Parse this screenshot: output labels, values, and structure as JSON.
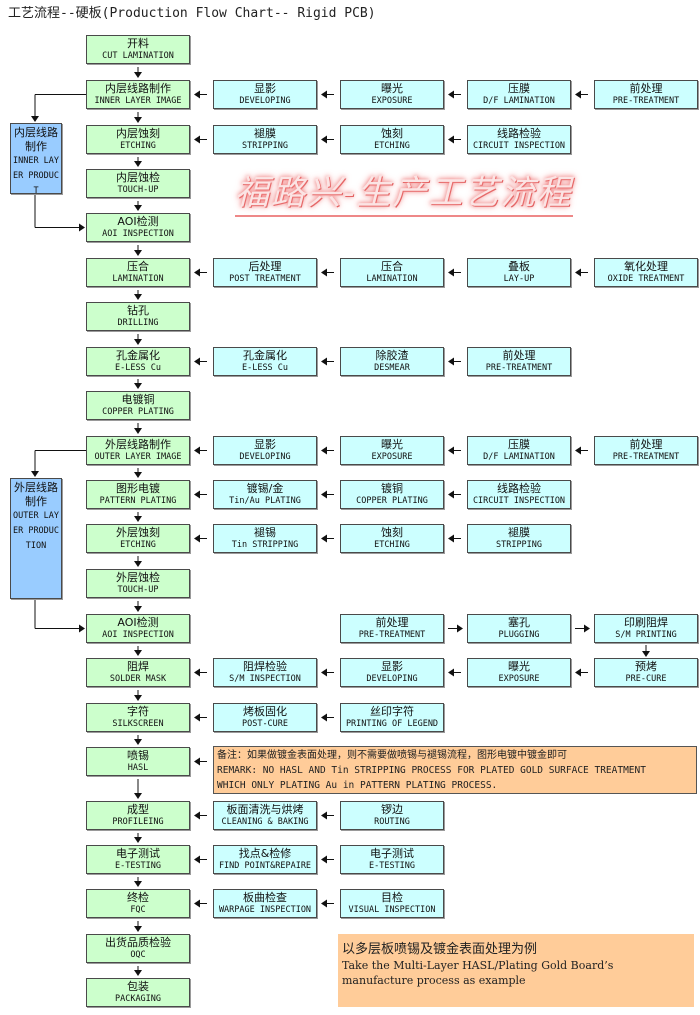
{
  "title": "工艺流程--硬板(Production Flow Chart-- Rigid PCB)",
  "watermark": "福路兴-生产工艺流程",
  "colors": {
    "main_step": "#ccffcc",
    "sub_step": "#ccffff",
    "branch_step": "#99ccff",
    "note": "#ffcc99",
    "watermark_glow": "#ef7070"
  },
  "main_flow": [
    {
      "cn": "开料",
      "en": "CUT LAMINATION"
    },
    {
      "cn": "内层线路制作",
      "en": "INNER LAYER IMAGE"
    },
    {
      "cn": "内层蚀刻",
      "en": "ETCHING"
    },
    {
      "cn": "内层蚀检",
      "en": "TOUCH-UP"
    },
    {
      "cn": "AOI检测",
      "en": "AOI INSPECTION"
    },
    {
      "cn": "压合",
      "en": "LAMINATION"
    },
    {
      "cn": "钻孔",
      "en": "DRILLING"
    },
    {
      "cn": "孔金属化",
      "en": "E-LESS Cu"
    },
    {
      "cn": "电镀铜",
      "en": "COPPER PLATING"
    },
    {
      "cn": "外层线路制作",
      "en": "OUTER LAYER IMAGE"
    },
    {
      "cn": "图形电镀",
      "en": "PATTERN PLATING"
    },
    {
      "cn": "外层蚀刻",
      "en": "ETCHING"
    },
    {
      "cn": "外层蚀检",
      "en": "TOUCH-UP"
    },
    {
      "cn": "AOI检测",
      "en": "AOI INSPECTION"
    },
    {
      "cn": "阻焊",
      "en": "SOLDER MASK"
    },
    {
      "cn": "字符",
      "en": "SILKSCREEN"
    },
    {
      "cn": "喷锡",
      "en": "HASL"
    },
    {
      "cn": "成型",
      "en": "PROFILEING"
    },
    {
      "cn": "电子测试",
      "en": "E-TESTING"
    },
    {
      "cn": "终检",
      "en": "FQC"
    },
    {
      "cn": "出货品质检验",
      "en": "OQC"
    },
    {
      "cn": "包装",
      "en": "PACKAGING"
    }
  ],
  "branches": {
    "inner": {
      "cn": "内层线路制作",
      "en": "INNER LAYER PRODUCT"
    },
    "outer": {
      "cn": "外层线路制作",
      "en": "OUTER LAYER PRODUCTION"
    }
  },
  "sub_flows": {
    "inner_image": [
      {
        "cn": "显影",
        "en": "DEVELOPING"
      },
      {
        "cn": "曝光",
        "en": "EXPOSURE"
      },
      {
        "cn": "压膜",
        "en": "D/F LAMINATION"
      },
      {
        "cn": "前处理",
        "en": "PRE-TREATMENT"
      }
    ],
    "inner_etching": [
      {
        "cn": "褪膜",
        "en": "STRIPPING"
      },
      {
        "cn": "蚀刻",
        "en": "ETCHING"
      },
      {
        "cn": "线路检验",
        "en": "CIRCUIT INSPECTION"
      }
    ],
    "lamination": [
      {
        "cn": "后处理",
        "en": "POST TREATMENT"
      },
      {
        "cn": "压合",
        "en": "LAMINATION"
      },
      {
        "cn": "叠板",
        "en": "LAY-UP"
      },
      {
        "cn": "氧化处理",
        "en": "OXIDE TREATMENT"
      }
    ],
    "eless": [
      {
        "cn": "孔金属化",
        "en": "E-LESS Cu"
      },
      {
        "cn": "除胶渣",
        "en": "DESMEAR"
      },
      {
        "cn": "前处理",
        "en": "PRE-TREATMENT"
      }
    ],
    "outer_image": [
      {
        "cn": "显影",
        "en": "DEVELOPING"
      },
      {
        "cn": "曝光",
        "en": "EXPOSURE"
      },
      {
        "cn": "压膜",
        "en": "D/F LAMINATION"
      },
      {
        "cn": "前处理",
        "en": "PRE-TREATMENT"
      }
    ],
    "pattern_plating": [
      {
        "cn": "镀锡/金",
        "en": "Tin/Au PLATING"
      },
      {
        "cn": "镀铜",
        "en": "COPPER PLATING"
      },
      {
        "cn": "线路检验",
        "en": "CIRCUIT INSPECTION"
      }
    ],
    "outer_etching": [
      {
        "cn": "褪锡",
        "en": "Tin STRIPPING"
      },
      {
        "cn": "蚀刻",
        "en": "ETCHING"
      },
      {
        "cn": "褪膜",
        "en": "STRIPPING"
      }
    ],
    "sm_top": [
      {
        "cn": "前处理",
        "en": "PRE-TREATMENT"
      },
      {
        "cn": "塞孔",
        "en": "PLUGGING"
      },
      {
        "cn": "印刷阻焊",
        "en": "S/M PRINTING"
      }
    ],
    "solder_mask": [
      {
        "cn": "阻焊检验",
        "en": "S/M INSPECTION"
      },
      {
        "cn": "显影",
        "en": "DEVELOPING"
      },
      {
        "cn": "曝光",
        "en": "EXPOSURE"
      },
      {
        "cn": "预烤",
        "en": "PRE-CURE"
      }
    ],
    "silkscreen": [
      {
        "cn": "烤板固化",
        "en": "POST-CURE"
      },
      {
        "cn": "丝印字符",
        "en": "PRINTING OF LEGEND"
      }
    ],
    "profiling": [
      {
        "cn": "板面清洗与烘烤",
        "en": "CLEANING & BAKING"
      },
      {
        "cn": "锣边",
        "en": "ROUTING"
      }
    ],
    "etesting": [
      {
        "cn": "找点&检修",
        "en": "FIND POINT&REPAIRE"
      },
      {
        "cn": "电子测试",
        "en": "E-TESTING"
      }
    ],
    "fqc": [
      {
        "cn": "板曲检查",
        "en": "WARPAGE INSPECTION"
      },
      {
        "cn": "目检",
        "en": "VISUAL INSPECTION"
      }
    ]
  },
  "remark": {
    "cn": "备注：如果做镀金表面处理，则不需要做喷锡与褪锡流程，图形电镀中镀金即可",
    "en1": "REMARK: NO HASL AND Tin STRIPPING PROCESS FOR PLATED GOLD SURFACE TREATMENT",
    "en2": "WHICH ONLY PLATING Au in PATTERN PLATING PROCESS."
  },
  "note": {
    "cn": "以多层板喷锡及镀金表面处理为例",
    "en1": "Take the Multi-Layer HASL/Plating Gold Board’s",
    "en2": "manufacture process as example"
  }
}
